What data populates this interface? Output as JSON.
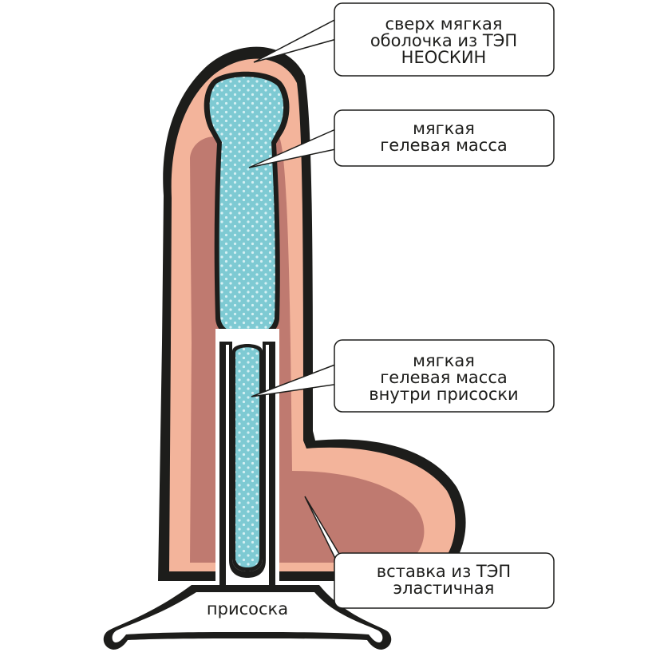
{
  "callouts": [
    {
      "lines": [
        "сверх мягкая",
        "оболочка из ТЭП",
        "НЕОСКИН"
      ]
    },
    {
      "lines": [
        "мягкая",
        "гелевая масса"
      ]
    },
    {
      "lines": [
        "мягкая",
        "гелевая масса",
        "внутри присоски"
      ]
    },
    {
      "lines": [
        "вставка из ТЭП",
        "эластичная"
      ]
    }
  ],
  "base_label": "присоска",
  "colors": {
    "outline": "#1d1d1b",
    "outer_shell": "#f3b49b",
    "inner_insert": "#bf7a70",
    "gel": "#7ecad3",
    "gel_dots": "#d6f0f3",
    "background": "#ffffff"
  }
}
